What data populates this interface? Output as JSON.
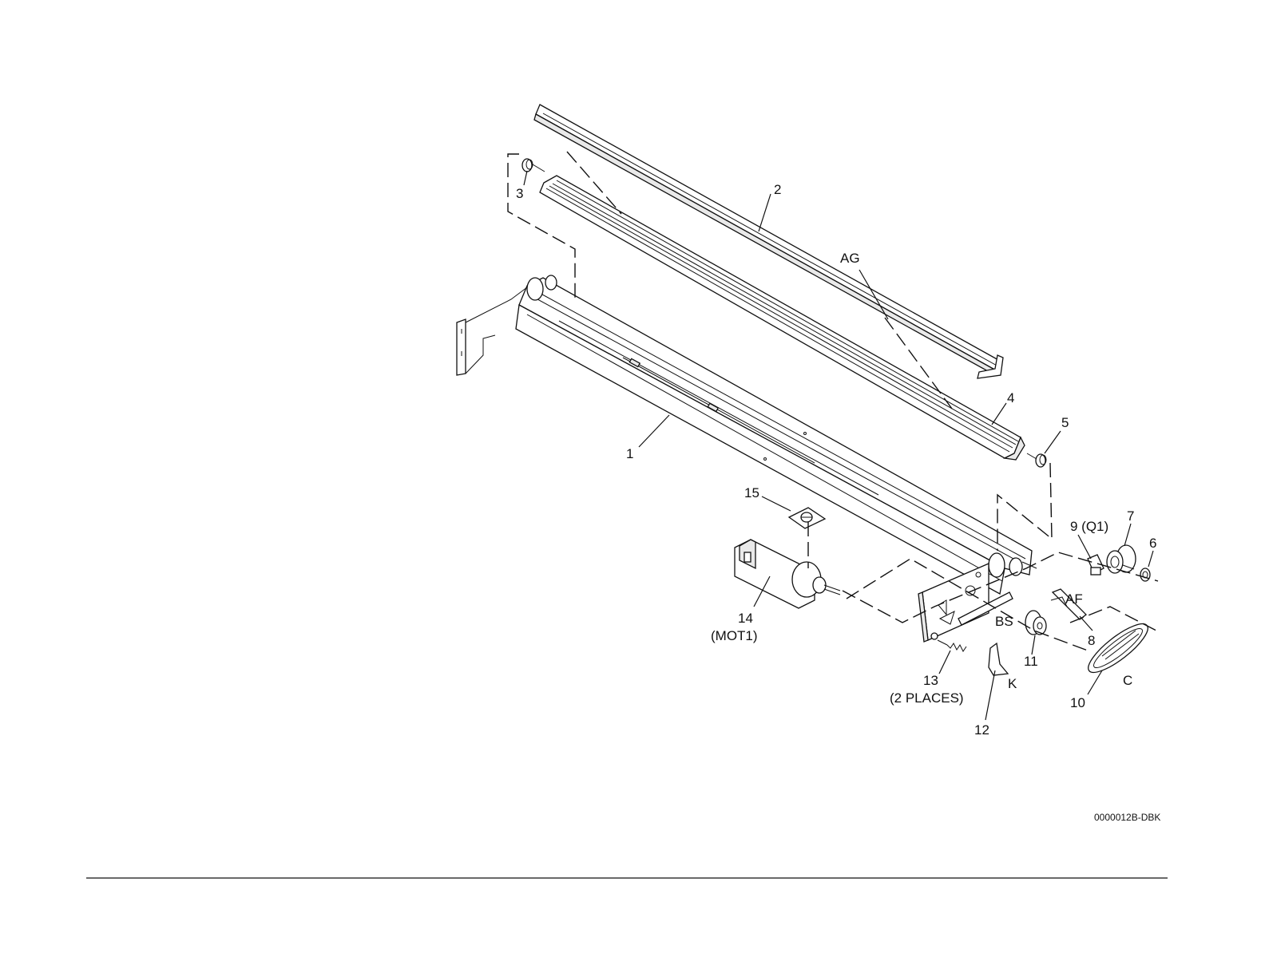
{
  "callouts": {
    "c1": "1",
    "c2": "2",
    "c3": "3",
    "c4": "4",
    "c5": "5",
    "c6": "6",
    "c7": "7",
    "c8": "8",
    "c9": "9 (Q1)",
    "c10": "10",
    "c11": "11",
    "c12": "12",
    "c13": "13",
    "c13_note": "(2 PLACES)",
    "c14": "14",
    "c14_note": "(MOT1)",
    "c15": "15",
    "ag": "AG",
    "af": "AF",
    "bs": "BS",
    "c": "C",
    "k": "K"
  },
  "figure_code": "0000012B-DBK"
}
